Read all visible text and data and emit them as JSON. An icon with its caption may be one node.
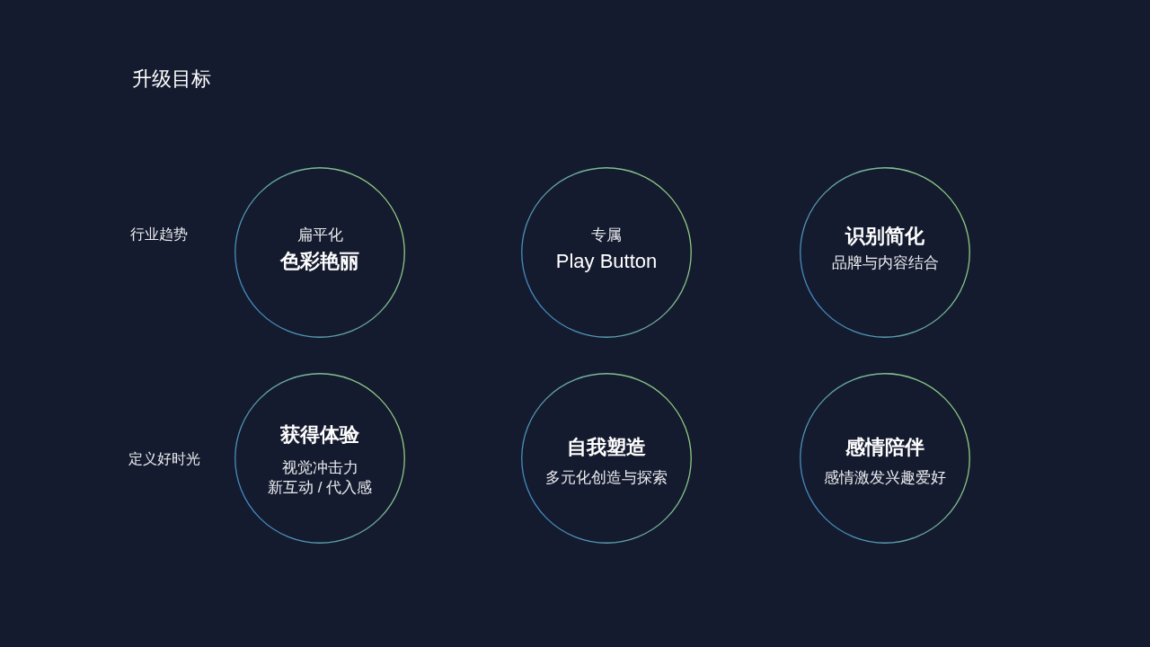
{
  "diagram": {
    "title": "升级目标",
    "nodes": [
      {
        "text": [
          "扁平化",
          "色彩艳丽"
        ]
      },
      {
        "text": [
          "专属",
          "Play Button"
        ]
      },
      {
        "text": [
          "识别简化",
          "品牌与内容结合"
        ]
      },
      {
        "text": [
          "获得体验",
          "视觉冲击力",
          "新互动 / 代入感"
        ]
      },
      {
        "text": [
          "自我塑造",
          "多元化创造与探索"
        ]
      },
      {
        "text": [
          "感情陪伴",
          "感情激发兴趣爱好"
        ]
      }
    ],
    "labels": [
      "行业趋势",
      "定义好时光"
    ]
  }
}
